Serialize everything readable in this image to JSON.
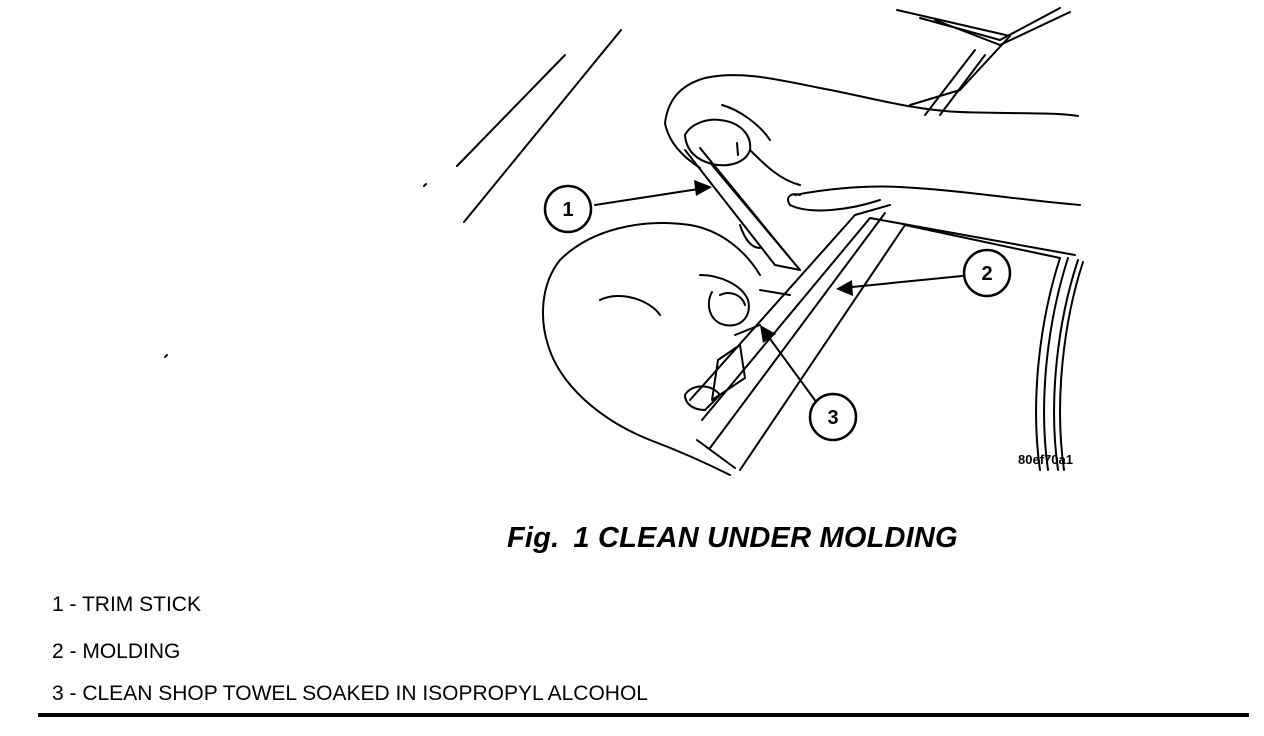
{
  "figure": {
    "code": "80ef70a1",
    "caption_prefix": "Fig.",
    "caption_number": "1",
    "caption_title": "CLEAN UNDER MOLDING",
    "callouts": [
      "1",
      "2",
      "3"
    ]
  },
  "legend": [
    {
      "text": "1 - TRIM STICK"
    },
    {
      "text": "2 - MOLDING"
    },
    {
      "text": "3 - CLEAN SHOP TOWEL SOAKED IN ISOPROPYL ALCOHOL"
    }
  ]
}
